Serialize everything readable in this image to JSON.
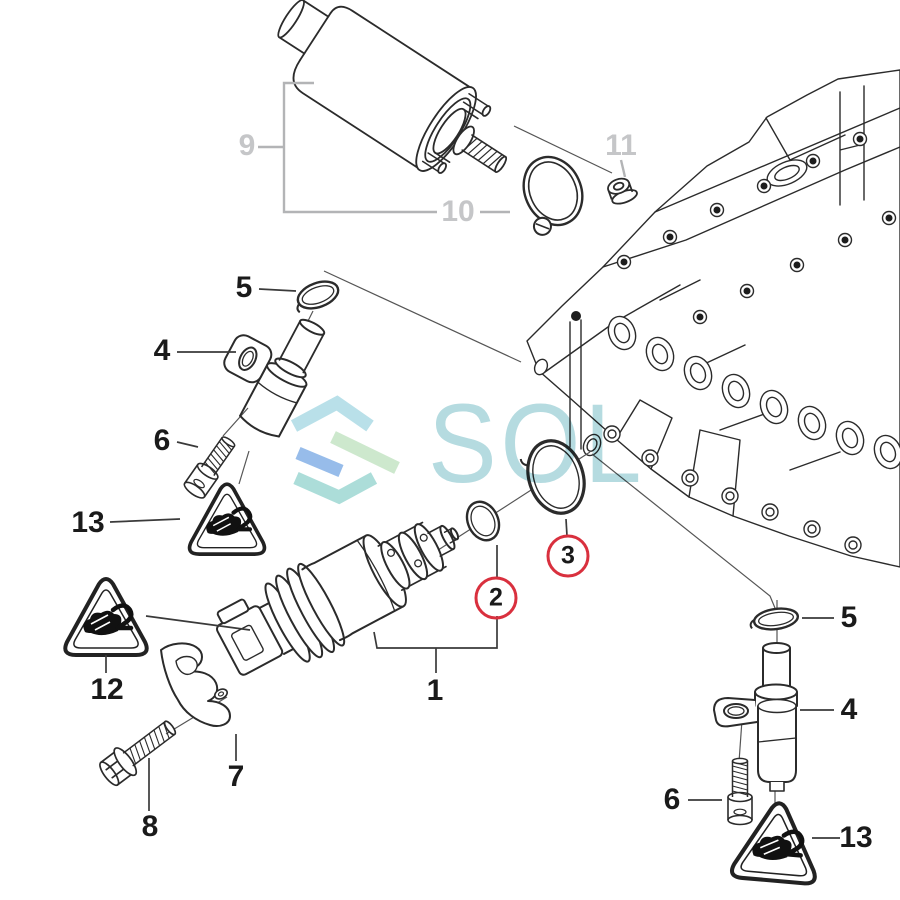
{
  "watermark": {
    "text": "SOL",
    "text_color": "#b5dbe0",
    "logo_colors": {
      "chevron_top": "#b5dfe8",
      "stripe_green": "#cbe7cb",
      "stripe_blue": "#91b9e9",
      "chevron_bottom": "#a8dcd7"
    }
  },
  "colors": {
    "line": "#2b2b2b",
    "leader": "#3a3a3a",
    "muted_label": "#c5c6c8",
    "label": "#1a1a1a",
    "callout_circle": "#d9303e",
    "background": "#ffffff"
  },
  "callouts": [
    {
      "label": "9",
      "style": "muted",
      "part": "solenoid-actuator"
    },
    {
      "label": "10",
      "style": "muted",
      "part": "hose-clamp"
    },
    {
      "label": "11",
      "style": "muted",
      "part": "nut"
    },
    {
      "label": "5",
      "style": "plain",
      "part": "o-ring-sensor-left"
    },
    {
      "label": "4",
      "style": "plain",
      "part": "camshaft-sensor-left"
    },
    {
      "label": "6",
      "style": "plain",
      "part": "bolt-sensor-left"
    },
    {
      "label": "13",
      "style": "plain",
      "part": "warning-triangle-left"
    },
    {
      "label": "12",
      "style": "plain",
      "part": "warning-triangle-mid"
    },
    {
      "label": "7",
      "style": "plain",
      "part": "clamp-bracket"
    },
    {
      "label": "8",
      "style": "plain",
      "part": "hex-bolt"
    },
    {
      "label": "1",
      "style": "plain",
      "part": "vanos-solenoid-valve"
    },
    {
      "label": "2",
      "style": "circled",
      "part": "o-ring-small"
    },
    {
      "label": "3",
      "style": "circled",
      "part": "o-ring-large"
    },
    {
      "label": "5",
      "style": "plain",
      "part": "o-ring-sensor-right"
    },
    {
      "label": "4",
      "style": "plain",
      "part": "camshaft-sensor-right"
    },
    {
      "label": "6",
      "style": "plain",
      "part": "bolt-sensor-right"
    },
    {
      "label": "13",
      "style": "plain",
      "part": "warning-triangle-right"
    }
  ]
}
